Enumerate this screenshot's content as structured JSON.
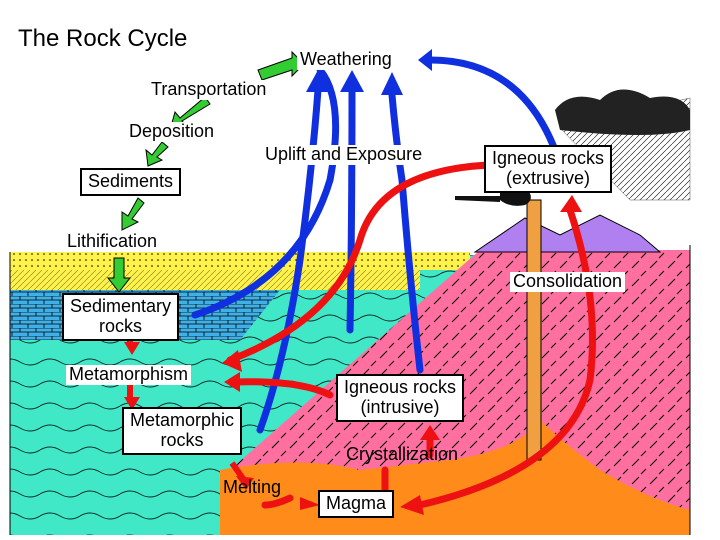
{
  "title": "The Rock Cycle",
  "labels": {
    "weathering": "Weathering",
    "transportation": "Transportation",
    "deposition": "Deposition",
    "uplift_exposure": "Uplift and Exposure",
    "igneous_extrusive_line1": "Igneous rocks",
    "igneous_extrusive_line2": "(extrusive)",
    "sediments": "Sediments",
    "lithification": "Lithification",
    "consolidation": "Consolidation",
    "sedimentary_line1": "Sedimentary",
    "sedimentary_line2": "rocks",
    "metamorphism": "Metamorphism",
    "igneous_intrusive_line1": "Igneous rocks",
    "igneous_intrusive_line2": "(intrusive)",
    "metamorphic_line1": "Metamorphic",
    "metamorphic_line2": "rocks",
    "crystallization": "Crystallization",
    "melting": "Melting",
    "magma": "Magma"
  },
  "colors": {
    "sea_green": "#40e8c8",
    "intrusive_pink": "#ff6fa0",
    "magma_orange": "#ff8c1a",
    "mountain_purple": "#b080f0",
    "sediment_yellow": "#fff24a",
    "limestone_blue": "#40b0e8",
    "arrow_red": "#ee1111",
    "arrow_blue": "#1030e0",
    "arrow_green": "#33cc33"
  }
}
